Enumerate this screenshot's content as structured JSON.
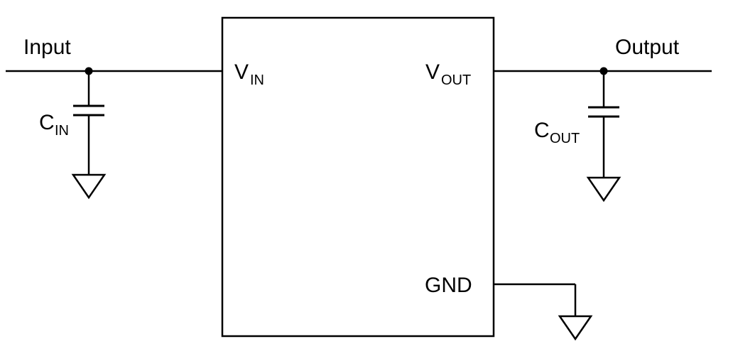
{
  "schematic": {
    "input_label": "Input",
    "output_label": "Output",
    "ic": {
      "vin": {
        "base": "V",
        "sub": "IN"
      },
      "vout": {
        "base": "V",
        "sub": "OUT"
      },
      "gnd_label": "GND"
    },
    "capacitors": {
      "cin": {
        "base": "C",
        "sub": "IN"
      },
      "cout": {
        "base": "C",
        "sub": "OUT"
      }
    },
    "colors": {
      "stroke": "#000000",
      "background": "#ffffff"
    }
  }
}
